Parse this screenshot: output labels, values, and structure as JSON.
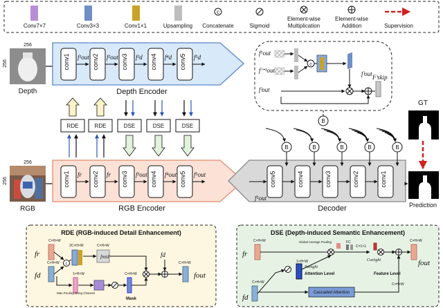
{
  "legend": {
    "items": [
      {
        "label": "Conv7×7",
        "color": "#b68ed6"
      },
      {
        "label": "Conv3×3",
        "color": "#6f8fc6"
      },
      {
        "label": "Conv1×1",
        "color": "#c9a227"
      },
      {
        "label": "Upsampling",
        "color": "#bdbdbd"
      },
      {
        "label": "Concatenate",
        "symbol": "c"
      },
      {
        "label": "Sigmoid",
        "symbol": "⊘"
      },
      {
        "label": "Element-wise Multiplication",
        "line1": "Element-wise",
        "line2": "Multiplication",
        "symbol": "⊗"
      },
      {
        "label": "Element-wise Addition",
        "line1": "Element-wise",
        "line2": "Addition",
        "symbol": "⊕"
      },
      {
        "label": "Supervision"
      }
    ]
  },
  "depth_input": {
    "label": "Depth",
    "size_top": "256",
    "size_side": "256"
  },
  "rgb_input": {
    "label": "RGB",
    "size_top": "256",
    "size_side": "256"
  },
  "depth_encoder": {
    "title": "Depth Encoder",
    "convs": [
      "conv1",
      "conv2",
      "conv3",
      "conv4",
      "conv5"
    ],
    "features": [
      "f¹out",
      "f²out",
      "f³d",
      "f⁴d",
      "f⁵d"
    ]
  },
  "rgb_encoder": {
    "title": "RGB Encoder",
    "convs": [
      "conv1",
      "conv2",
      "conv3",
      "conv4",
      "conv5"
    ],
    "features": [
      "fr",
      "fr",
      "f³out",
      "f⁴out",
      "f⁵out"
    ]
  },
  "decoder": {
    "title": "Decoder",
    "convs": [
      "conv5",
      "conv4",
      "conv3",
      "conv2",
      "conv1"
    ],
    "input_feature": "f⁵out"
  },
  "middle_modules": [
    "RDE",
    "RDE",
    "DSE",
    "DSE",
    "DSE"
  ],
  "bubble": {
    "f5": "f⁵out",
    "fi1": "fⁱ⁺¹out",
    "fi": "fⁱout",
    "fout": "fⁱout",
    "skip": "Fⁱskip",
    "concat": "c"
  },
  "outputs": {
    "gt": "GT",
    "prediction": "Prediction"
  },
  "b_symbol": "B",
  "rde": {
    "title": "RDE (RGB-induced Detail Enhancement)",
    "fr": "fr",
    "fd": "fd",
    "fd_top": "fd",
    "fout": "fout",
    "dim1": "C×H×W",
    "dim2": "C×H×W",
    "dim3": "2C×H×W",
    "dim4": "C×H×W",
    "dim5": "1×H×W",
    "dim6": "C×H×W",
    "dim7": "C×H×W",
    "mid_feature": "fmid",
    "maxpool": "Max Pooling along Channel",
    "mask": "Mask"
  },
  "dse": {
    "title": "DSE (Depth-induced Semantic Enhancement)",
    "fr": "fr",
    "fd": "fd",
    "fout": "fout",
    "dim1": "C×H×W",
    "dim2": "C×H×W",
    "dim3": "1×H×W",
    "dim4": "C×1×1",
    "dim5": "C×H×W",
    "dim6": "C×H×W",
    "gap": "Global Average Pooling",
    "fc": "FC",
    "weight1": "Sweight",
    "weight2": "Cweight",
    "attention": "Attention Level",
    "feature": "Feature Level",
    "cascaded": "Cascaded Attention"
  }
}
